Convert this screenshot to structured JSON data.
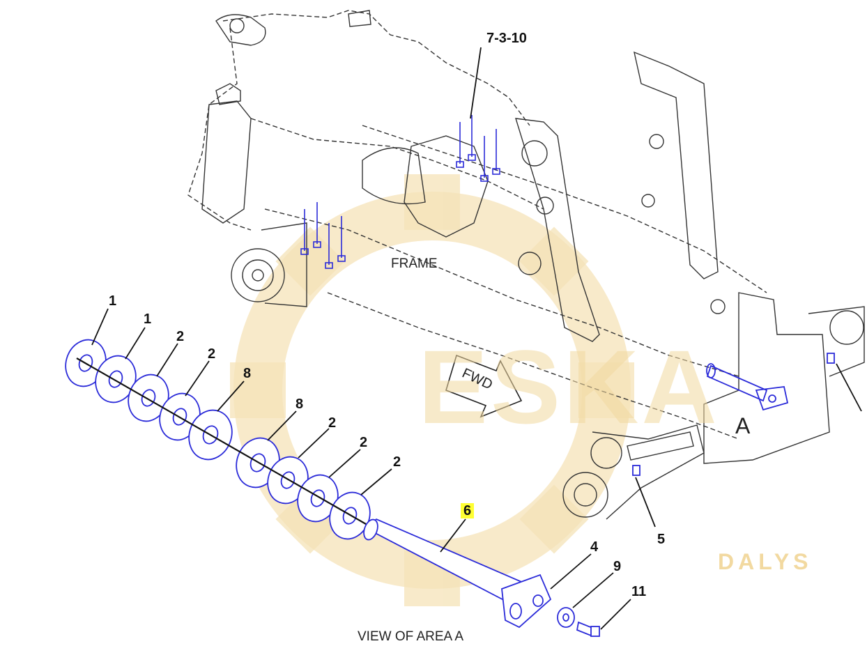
{
  "labels": {
    "ref_7_3_10": "7-3-10",
    "frame": "FRAME",
    "fwd": "FWD",
    "area_a": "A",
    "view_caption": "VIEW OF AREA A",
    "callout_1a": "1",
    "callout_1b": "1",
    "callout_2a": "2",
    "callout_2b": "2",
    "callout_8a": "8",
    "callout_8b": "8",
    "callout_2c": "2",
    "callout_2d": "2",
    "callout_2e": "2",
    "callout_6": "6",
    "callout_4": "4",
    "callout_9": "9",
    "callout_11": "11",
    "callout_5": "5"
  },
  "watermark": {
    "line1": "ESKA",
    "line2": "DALYS"
  },
  "colors": {
    "line": "#333333",
    "part_blue": "#2b2bd9",
    "highlight": "#ffff33",
    "watermark": "#f2d9a0"
  }
}
